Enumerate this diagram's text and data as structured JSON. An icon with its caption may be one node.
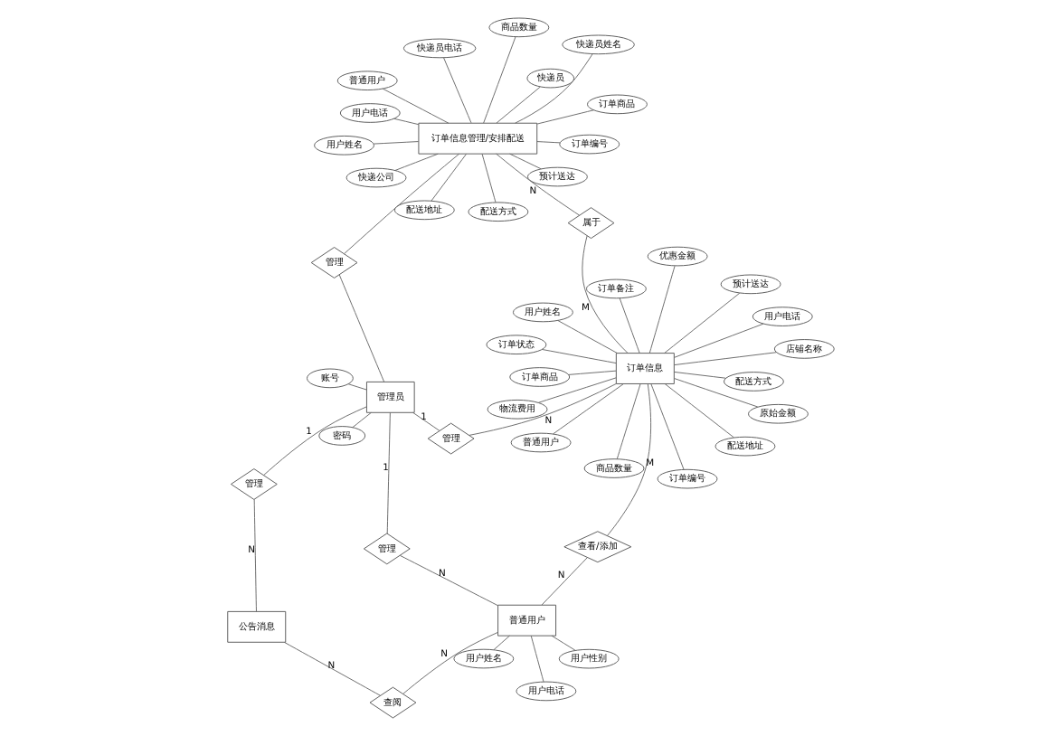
{
  "diagram": {
    "nodes": [
      {
        "text": [
          "订单信息管理/安排配送"
        ]
      },
      {
        "text": [
          "属于"
        ]
      },
      {
        "text": [
          "订单信息"
        ]
      },
      {
        "text": [
          "管理"
        ]
      },
      {
        "text": [
          "管理"
        ]
      },
      {
        "text": [
          "查看/添加"
        ]
      },
      {
        "text": [
          "管理员"
        ]
      },
      {
        "text": [
          "管理"
        ]
      },
      {
        "text": [
          "普通用户"
        ]
      },
      {
        "text": [
          "管理"
        ]
      },
      {
        "text": [
          "查阅"
        ]
      },
      {
        "text": [
          "公告消息"
        ]
      },
      {
        "text": [
          "订单编号"
        ]
      },
      {
        "text": [
          "订单商品"
        ]
      },
      {
        "text": [
          "商品数量"
        ]
      },
      {
        "text": [
          "配送方式"
        ]
      },
      {
        "text": [
          "预计送达"
        ]
      },
      {
        "text": [
          "普通用户"
        ]
      },
      {
        "text": [
          "用户姓名"
        ]
      },
      {
        "text": [
          "用户电话"
        ]
      },
      {
        "text": [
          "配送地址"
        ]
      },
      {
        "text": [
          "快递公司"
        ]
      },
      {
        "text": [
          "快递员"
        ]
      },
      {
        "text": [
          "快递员姓名"
        ]
      },
      {
        "text": [
          "快递员电话"
        ]
      },
      {
        "text": [
          "订单编号"
        ]
      },
      {
        "text": [
          "店铺名称"
        ]
      },
      {
        "text": [
          "订单商品"
        ]
      },
      {
        "text": [
          "商品数量"
        ]
      },
      {
        "text": [
          "原始金额"
        ]
      },
      {
        "text": [
          "优惠金额"
        ]
      },
      {
        "text": [
          "配送方式"
        ]
      },
      {
        "text": [
          "普通用户"
        ]
      },
      {
        "text": [
          "用户姓名"
        ]
      },
      {
        "text": [
          "用户电话"
        ]
      },
      {
        "text": [
          "配送地址"
        ]
      },
      {
        "text": [
          "订单备注"
        ]
      },
      {
        "text": [
          "预计送达"
        ]
      },
      {
        "text": [
          "订单状态"
        ]
      },
      {
        "text": [
          "物流费用"
        ]
      },
      {
        "text": [
          "账号"
        ]
      },
      {
        "text": [
          "密码"
        ]
      },
      {
        "text": [
          "用户姓名"
        ]
      },
      {
        "text": [
          "用户性别"
        ]
      },
      {
        "text": [
          "用户电话"
        ]
      }
    ],
    "edges": [
      {
        "from": 0,
        "to": 1,
        "arrow": "none",
        "label": "N"
      },
      {
        "from": 1,
        "to": 2,
        "arrow": "none",
        "label": "M"
      },
      {
        "from": 0,
        "to": 3,
        "arrow": "none"
      },
      {
        "from": 3,
        "to": 6,
        "arrow": "none"
      },
      {
        "from": 6,
        "to": 4,
        "arrow": "none",
        "label": "1"
      },
      {
        "from": 4,
        "to": 2,
        "arrow": "none",
        "label": "N"
      },
      {
        "from": 2,
        "to": 5,
        "arrow": "none",
        "label": "M"
      },
      {
        "from": 5,
        "to": 8,
        "arrow": "none",
        "label": "N"
      },
      {
        "from": 6,
        "to": 7,
        "arrow": "none",
        "label": "1"
      },
      {
        "from": 7,
        "to": 8,
        "arrow": "none",
        "label": "N"
      },
      {
        "from": 6,
        "to": 9,
        "arrow": "none",
        "label": "1"
      },
      {
        "from": 9,
        "to": 11,
        "arrow": "none",
        "label": "N"
      },
      {
        "from": 8,
        "to": 10,
        "arrow": "none",
        "label": "N"
      },
      {
        "from": 10,
        "to": 11,
        "arrow": "none",
        "label": "N"
      },
      {
        "from": 0,
        "to": 12,
        "arrow": "none"
      },
      {
        "from": 0,
        "to": 13,
        "arrow": "none"
      },
      {
        "from": 0,
        "to": 14,
        "arrow": "none"
      },
      {
        "from": 0,
        "to": 15,
        "arrow": "none"
      },
      {
        "from": 0,
        "to": 16,
        "arrow": "none"
      },
      {
        "from": 0,
        "to": 17,
        "arrow": "none"
      },
      {
        "from": 0,
        "to": 18,
        "arrow": "none"
      },
      {
        "from": 0,
        "to": 19,
        "arrow": "none"
      },
      {
        "from": 0,
        "to": 20,
        "arrow": "none"
      },
      {
        "from": 0,
        "to": 21,
        "arrow": "none"
      },
      {
        "from": 0,
        "to": 22,
        "arrow": "none"
      },
      {
        "from": 0,
        "to": 23,
        "arrow": "none"
      },
      {
        "from": 0,
        "to": 24,
        "arrow": "none"
      },
      {
        "from": 2,
        "to": 25,
        "arrow": "none"
      },
      {
        "from": 2,
        "to": 26,
        "arrow": "none"
      },
      {
        "from": 2,
        "to": 27,
        "arrow": "none"
      },
      {
        "from": 2,
        "to": 28,
        "arrow": "none"
      },
      {
        "from": 2,
        "to": 29,
        "arrow": "none"
      },
      {
        "from": 2,
        "to": 30,
        "arrow": "none"
      },
      {
        "from": 2,
        "to": 31,
        "arrow": "none"
      },
      {
        "from": 2,
        "to": 32,
        "arrow": "none"
      },
      {
        "from": 2,
        "to": 33,
        "arrow": "none"
      },
      {
        "from": 2,
        "to": 34,
        "arrow": "none"
      },
      {
        "from": 2,
        "to": 35,
        "arrow": "none"
      },
      {
        "from": 2,
        "to": 36,
        "arrow": "none"
      },
      {
        "from": 2,
        "to": 37,
        "arrow": "none"
      },
      {
        "from": 2,
        "to": 38,
        "arrow": "none"
      },
      {
        "from": 2,
        "to": 39,
        "arrow": "none"
      },
      {
        "from": 6,
        "to": 40,
        "arrow": "none"
      },
      {
        "from": 6,
        "to": 41,
        "arrow": "none"
      },
      {
        "from": 8,
        "to": 42,
        "arrow": "none"
      },
      {
        "from": 8,
        "to": 43,
        "arrow": "none"
      },
      {
        "from": 8,
        "to": 44,
        "arrow": "none"
      }
    ]
  }
}
